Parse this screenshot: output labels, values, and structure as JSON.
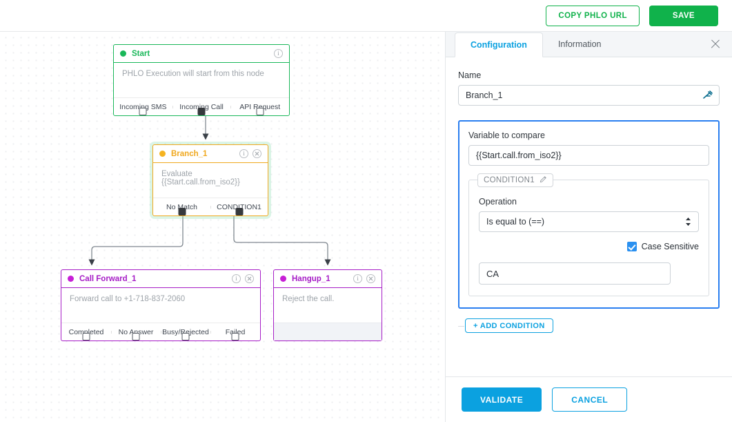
{
  "topbar": {
    "copy_url_label": "COPY PHLO URL",
    "save_label": "SAVE"
  },
  "canvas": {
    "nodes": [
      {
        "id": "start",
        "title": "Start",
        "accent": "#19b759",
        "description": "PHLO Execution will start from this node",
        "ports": [
          {
            "label": "Incoming SMS",
            "connected": false
          },
          {
            "label": "Incoming Call",
            "connected": true
          },
          {
            "label": "API Request",
            "connected": false
          }
        ]
      },
      {
        "id": "branch",
        "title": "Branch_1",
        "accent": "#f0a81e",
        "selected": true,
        "description": "Evaluate {{Start.call.from_iso2}}",
        "ports": [
          {
            "label": "No Match",
            "connected": true
          },
          {
            "label": "CONDITION1",
            "connected": true
          }
        ]
      },
      {
        "id": "call-forward",
        "title": "Call Forward_1",
        "accent": "#a61cc6",
        "description": "Forward call to +1-718-837-2060",
        "ports": [
          {
            "label": "Completed",
            "connected": false
          },
          {
            "label": "No Answer",
            "connected": false
          },
          {
            "label": "Busy/Rejected",
            "connected": false
          },
          {
            "label": "Failed",
            "connected": false
          }
        ]
      },
      {
        "id": "hangup",
        "title": "Hangup_1",
        "accent": "#a61cc6",
        "description": "Reject the call.",
        "ports": []
      }
    ],
    "edge_color": "#808890"
  },
  "panel": {
    "tabs": [
      {
        "label": "Configuration",
        "active": true
      },
      {
        "label": "Information",
        "active": false
      }
    ],
    "name": {
      "label": "Name",
      "value": "Branch_1"
    },
    "variable": {
      "label": "Variable to compare",
      "value": "{{Start.call.from_iso2}}"
    },
    "condition": {
      "chip_label": "CONDITION1",
      "operation_label": "Operation",
      "operation_value": "Is equal to (==)",
      "case_sensitive_label": "Case Sensitive",
      "case_sensitive_checked": true,
      "compare_value": "CA"
    },
    "add_condition_label": "+ ADD CONDITION",
    "footer": {
      "validate_label": "VALIDATE",
      "cancel_label": "CANCEL"
    },
    "accent": "#0ba1e0",
    "highlight_border": "#2a7ef0"
  }
}
